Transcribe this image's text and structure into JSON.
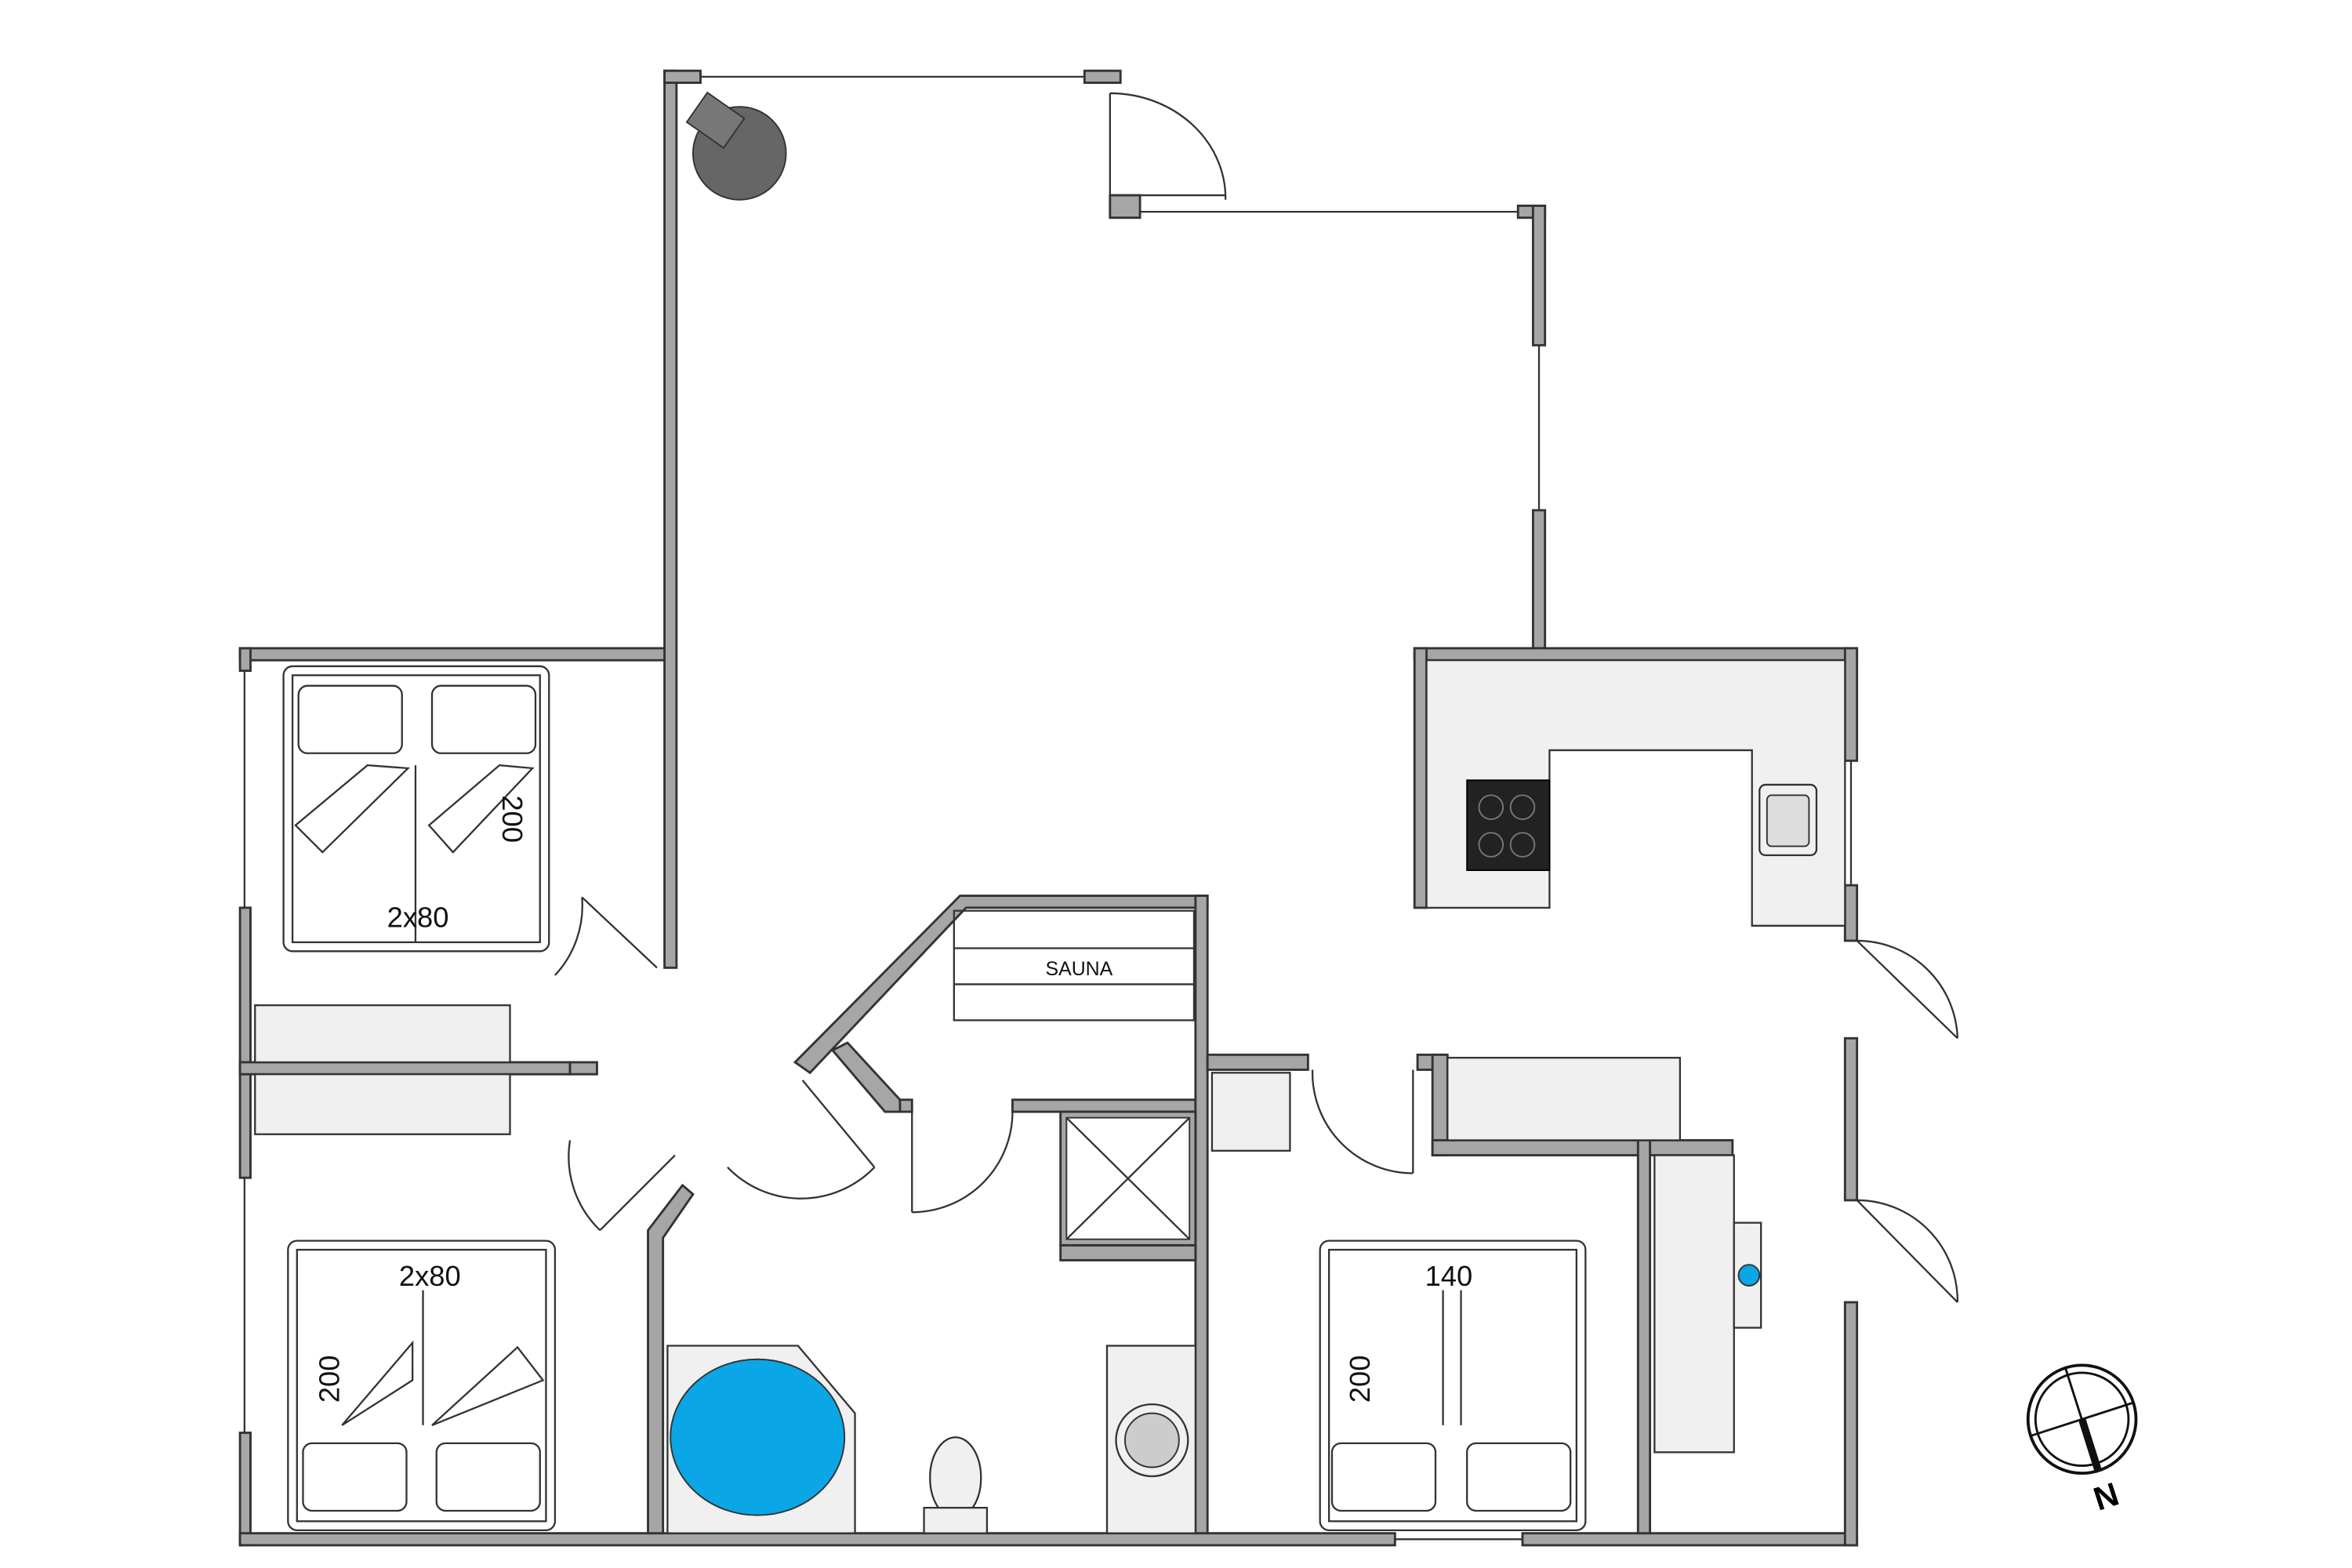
{
  "plan": {
    "rooms": {
      "bedroom_nw": {
        "bed_label": "2x80",
        "bed_length": "200"
      },
      "bedroom_sw": {
        "bed_label": "2x80",
        "bed_length": "200"
      },
      "sauna": {
        "label": "SAUNA"
      },
      "bedroom_se": {
        "bed_label": "140",
        "bed_length": "200"
      }
    },
    "compass": {
      "label": "N"
    },
    "colors": {
      "wall": "#a6a6a6",
      "counter": "#f0f0f0",
      "tub": "#0aa6e6",
      "stove": "#222222"
    }
  }
}
